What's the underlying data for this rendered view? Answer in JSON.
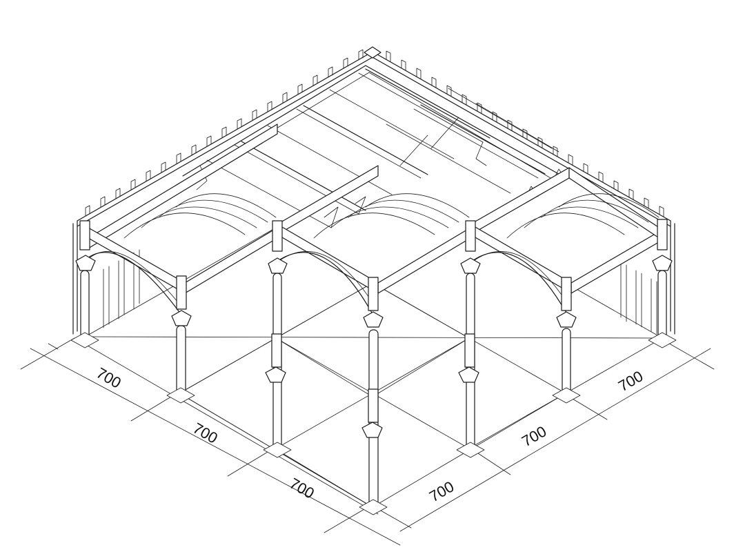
{
  "drawing": {
    "type": "isometric architectural drawing",
    "subject": "vaulted pergola structure, 3 bays by 3 bays, barrel-vault arches, columns on square base plates, crenellated perimeter walls",
    "line_color": "#1a1a1a",
    "background": "#ffffff"
  },
  "dimensions": {
    "left_side": [
      "700",
      "700",
      "700"
    ],
    "right_side": [
      "700",
      "700",
      "700"
    ],
    "unit_note": ""
  }
}
